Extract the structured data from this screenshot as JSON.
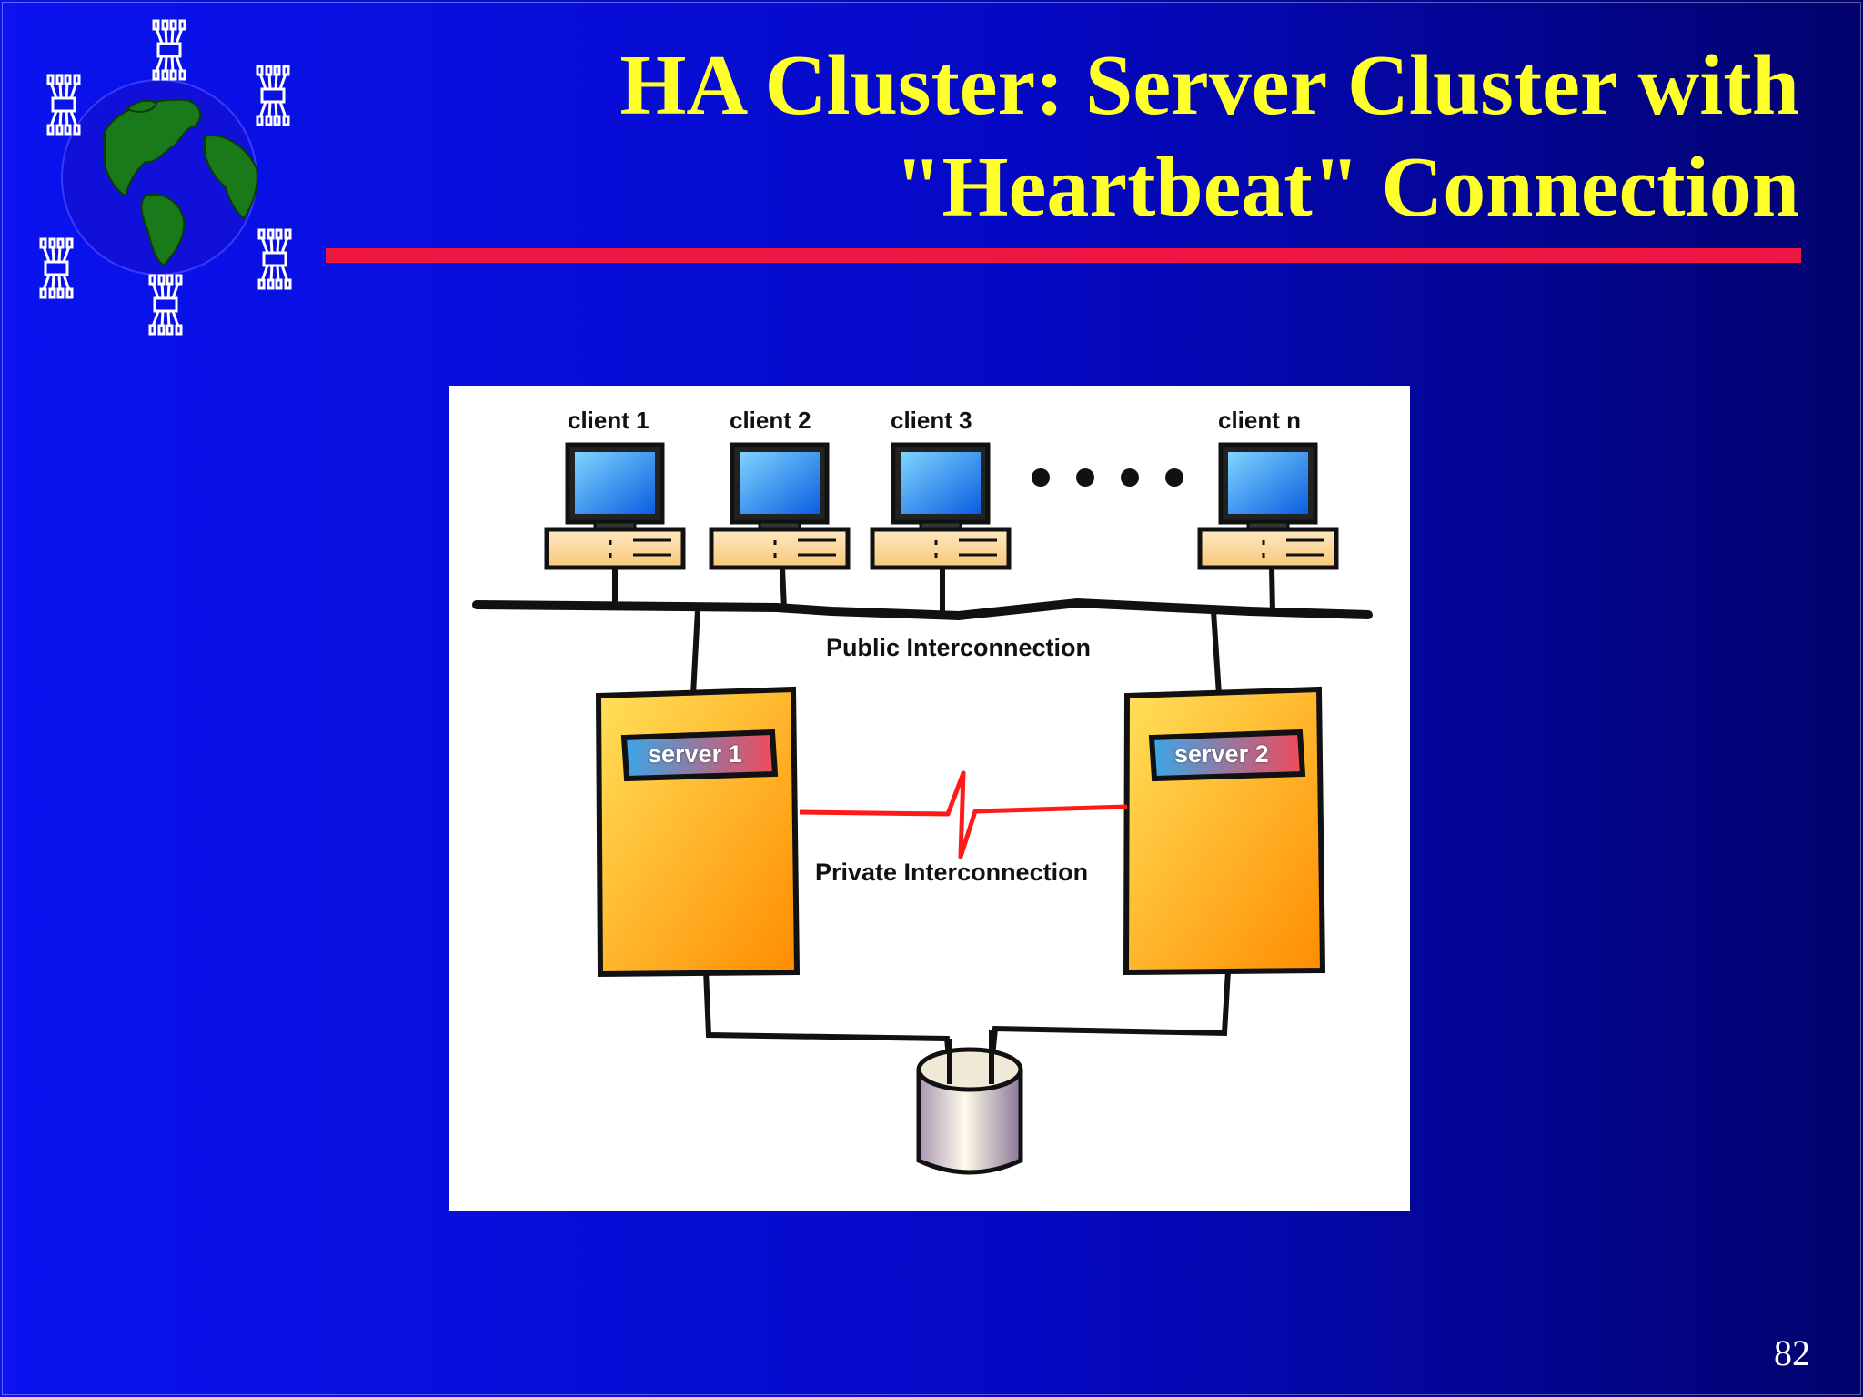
{
  "slide": {
    "title_line1": "HA Cluster: Server Cluster with",
    "title_line2": "\"Heartbeat\" Connection",
    "page_number": "82"
  },
  "diagram": {
    "clients": [
      {
        "label": "client 1"
      },
      {
        "label": "client 2"
      },
      {
        "label": "client 3"
      },
      {
        "label": "client n"
      }
    ],
    "public_label": "Public Interconnection",
    "private_label": "Private Interconnection",
    "servers": [
      {
        "label": "server 1"
      },
      {
        "label": "server 2"
      }
    ]
  },
  "colors": {
    "title": "#ffff2a",
    "rule": "#ee1743",
    "heartbeat_line": "#ff1a1a",
    "server_body": "#ffb81f",
    "monitor_screen": "#1e90ff"
  }
}
